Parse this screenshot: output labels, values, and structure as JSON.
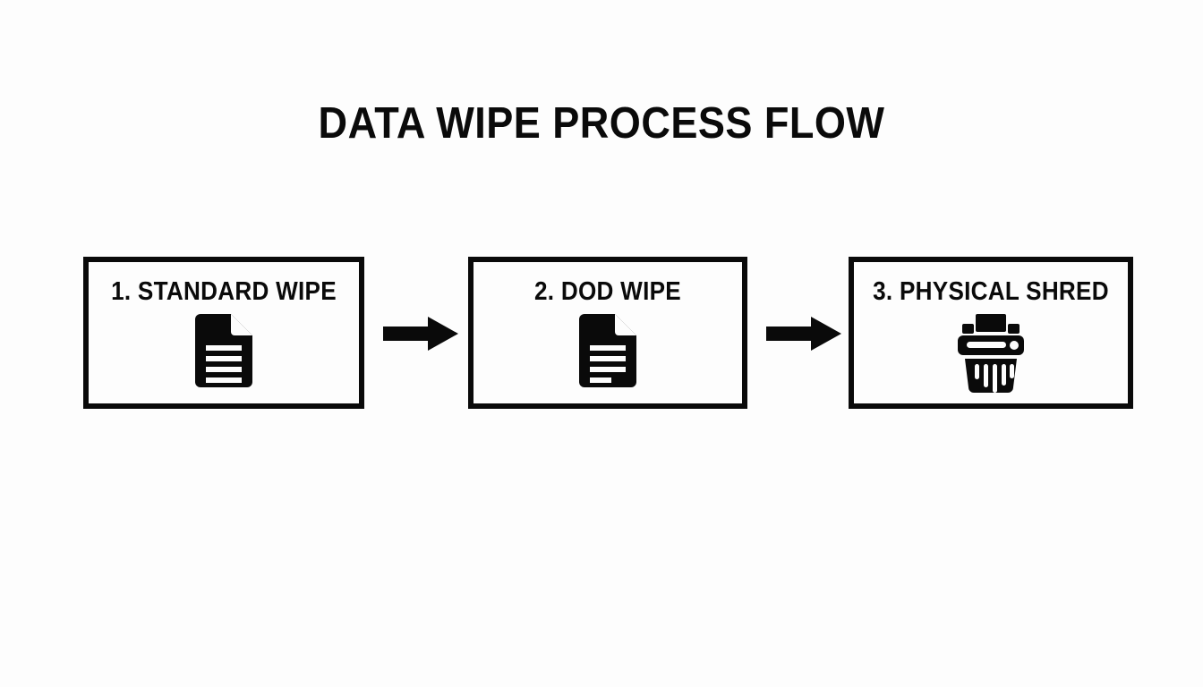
{
  "slide": {
    "background_color": "#fdfdfd",
    "ink_color": "#0a0a0a",
    "title": "DATA WIPE PROCESS FLOW"
  },
  "flow": {
    "type": "left-to-right-process-flow",
    "connector_label": "arrow-right",
    "steps": [
      {
        "index": "1",
        "label": "1. STANDARD WIPE",
        "icon": "document-icon",
        "icon_lines": 4,
        "icon_last_line_short": false
      },
      {
        "index": "2",
        "label": "2. DOD WIPE",
        "icon": "document-icon",
        "icon_lines": 4,
        "icon_last_line_short": true
      },
      {
        "index": "3",
        "label": "3. PHYSICAL SHRED",
        "icon": "paper-shredder-icon",
        "icon_lines": 0,
        "icon_last_line_short": false
      }
    ],
    "connectors": [
      {
        "from": "1",
        "to": "2",
        "icon": "arrow-right-icon"
      },
      {
        "from": "2",
        "to": "3",
        "icon": "arrow-right-icon"
      }
    ]
  }
}
